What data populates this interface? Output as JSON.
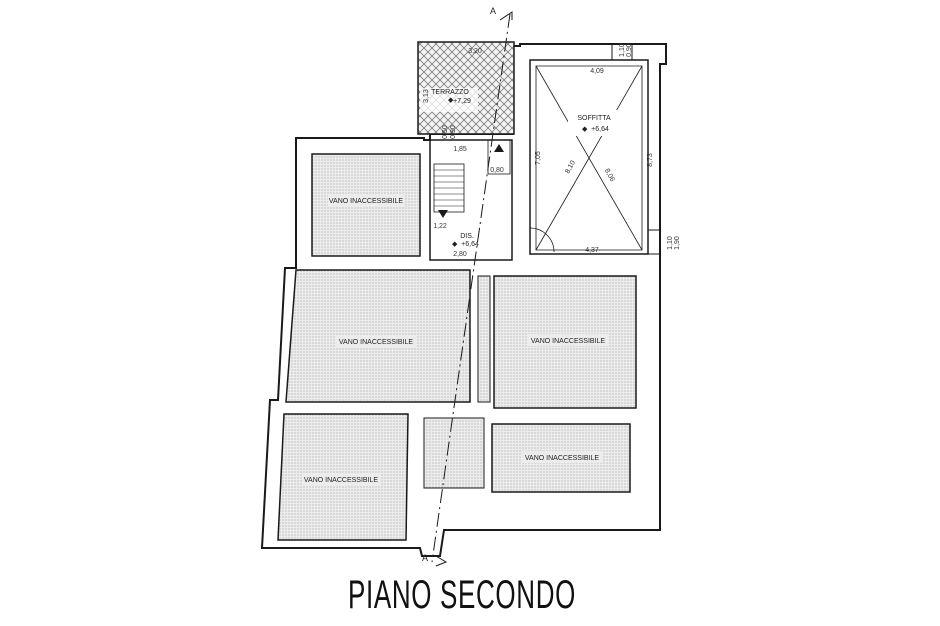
{
  "title": "PIANO SECONDO",
  "section_marker": "A",
  "rooms": {
    "terrazzo": {
      "name": "TERRAZZO",
      "level": "+7,29"
    },
    "soffitta": {
      "name": "SOFFITTA",
      "level": "+6,64"
    },
    "dis": {
      "name": "DIS.",
      "level": "+6,64"
    },
    "vano_1": "VANO INACCESSIBILE",
    "vano_2": "VANO INACCESSIBILE",
    "vano_3": "VANO INACCESSIBILE",
    "vano_4": "VANO INACCESSIBILE",
    "vano_5": "VANO INACCESSIBILE"
  },
  "dimensions": {
    "terrazzo_width": "3,20",
    "terrazzo_height": "3,13",
    "terrazzo_small": "0,90",
    "terrazzo_small2": "0,50",
    "soffitta_top_width": "4,09",
    "soffitta_bottom_width": "4,37",
    "soffitta_left_height": "7,05",
    "soffitta_right_height": "8,73",
    "soffitta_diag_1": "8,10",
    "soffitta_diag_2": "8,06",
    "top_offset_a": "1,10",
    "top_offset_b": "0,90",
    "side_offset_a": "1,10",
    "side_offset_b": "1,90",
    "stair_width": "1,85",
    "stair_landing": "0,80",
    "stair_depth": "1,22",
    "dis_width": "2,80"
  },
  "colors": {
    "line": "#1a1a1a",
    "hatch": "#bdbdbd"
  }
}
